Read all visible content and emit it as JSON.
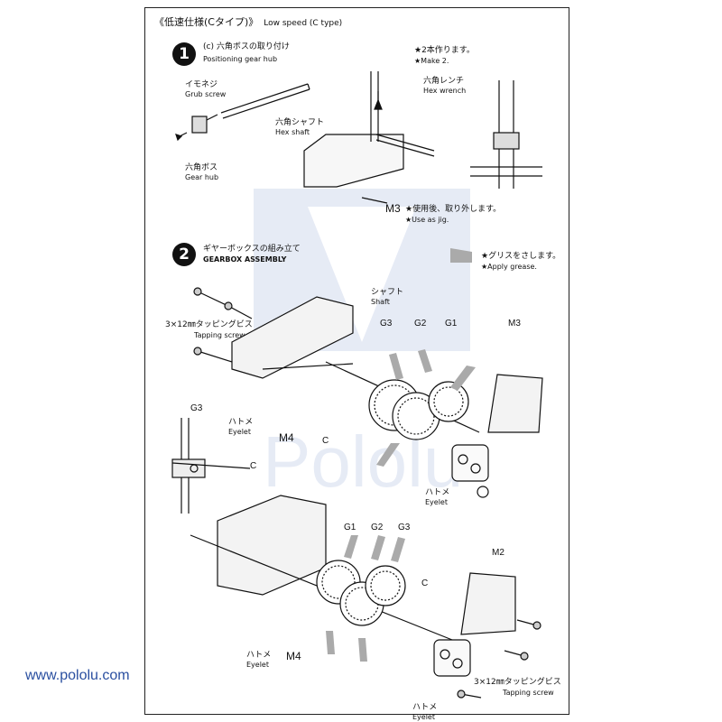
{
  "header": {
    "title_jp": "《低速仕様(Cタイプ)》",
    "title_en": "Low speed (C type)"
  },
  "step1": {
    "number": "1",
    "title_jp": "(c) 六角ボスの取り付け",
    "title_en": "Positioning gear hub",
    "grub_jp": "イモネジ",
    "grub_en": "Grub screw",
    "shaft_jp": "六角シャフト",
    "shaft_en": "Hex shaft",
    "hub_jp": "六角ボス",
    "hub_en": "Gear hub",
    "make_jp": "★2本作ります。",
    "make_en": "★Make 2.",
    "wrench_jp": "六角レンチ",
    "wrench_en": "Hex wrench",
    "m3": "M3",
    "jig_jp": "★使用後、取り外します。",
    "jig_en": "★Use as jig."
  },
  "step2": {
    "number": "2",
    "title_jp": "ギヤーボックスの組み立て",
    "title_en": "GEARBOX ASSEMBLY",
    "grease_jp": "★グリスをさします。",
    "grease_en": "★Apply grease.",
    "shaft_jp": "シャフト",
    "shaft_en": "Shaft",
    "tapping_jp": "3×12㎜タッピングビス",
    "tapping_en": "Tapping screw",
    "eyelet_jp": "ハトメ",
    "eyelet_en": "Eyelet",
    "g1": "G1",
    "g2": "G2",
    "g3": "G3",
    "m2": "M2",
    "m3": "M3",
    "m4": "M4",
    "c": "C"
  },
  "watermark": {
    "text": "Pololu",
    "url": "www.pololu.com",
    "url_color": "#2a4fa0"
  }
}
